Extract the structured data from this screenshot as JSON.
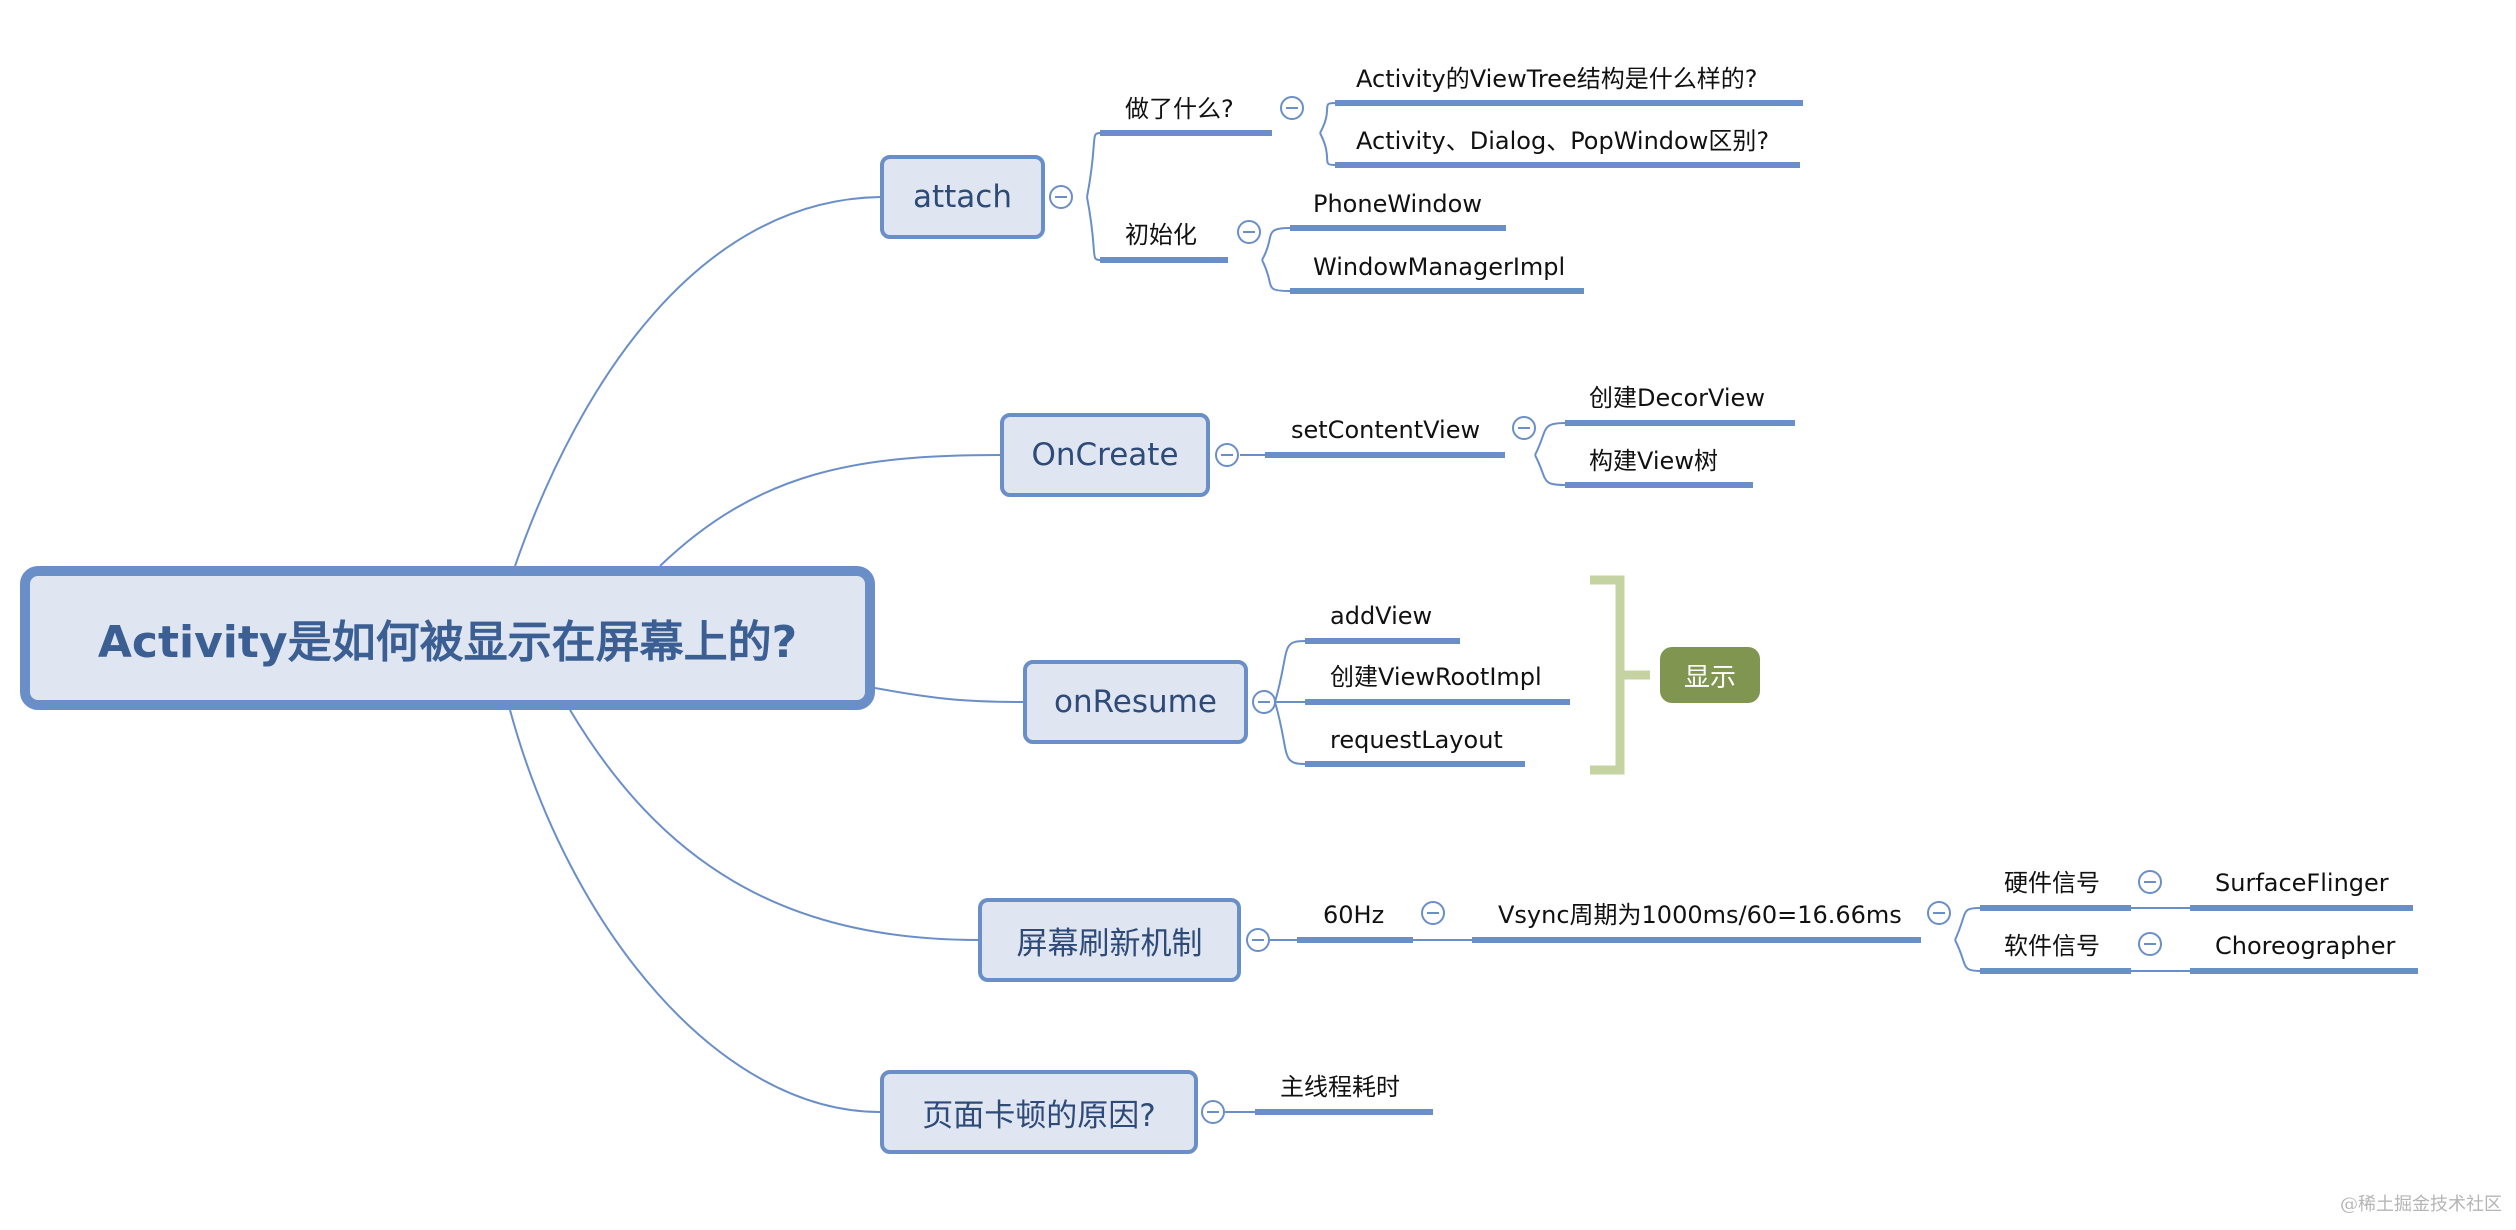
{
  "root": {
    "label": "Activity是如何被显示在屏幕上的?"
  },
  "branches": {
    "attach": {
      "label": "attach"
    },
    "oncreate": {
      "label": "OnCreate"
    },
    "onresume": {
      "label": "onResume"
    },
    "refresh": {
      "label": "屏幕刷新机制"
    },
    "jank": {
      "label": "页面卡顿的原因?"
    }
  },
  "attach_children": {
    "what": {
      "label": "做了什么?"
    },
    "viewtree": {
      "label": "Activity的ViewTree结构是什么样的?"
    },
    "diff": {
      "label": "Activity、Dialog、PopWindow区别?"
    },
    "init": {
      "label": "初始化"
    },
    "phonewindow": {
      "label": "PhoneWindow"
    },
    "wmi": {
      "label": "WindowManagerImpl"
    }
  },
  "oncreate_children": {
    "setcontent": {
      "label": "setContentView"
    },
    "decor": {
      "label": "创建DecorView"
    },
    "tree": {
      "label": "构建View树"
    }
  },
  "onresume_children": {
    "addview": {
      "label": "addView"
    },
    "viewrootimpl": {
      "label": "创建ViewRootImpl"
    },
    "requestlayout": {
      "label": "requestLayout"
    },
    "summary": {
      "label": "显示"
    }
  },
  "refresh_children": {
    "hz": {
      "label": "60Hz"
    },
    "vsync": {
      "label": "Vsync周期为1000ms/60=16.66ms"
    },
    "hw": {
      "label": "硬件信号"
    },
    "sw": {
      "label": "软件信号"
    },
    "sf": {
      "label": "SurfaceFlinger"
    },
    "choreo": {
      "label": "Choreographer"
    }
  },
  "jank_children": {
    "main": {
      "label": "主线程耗时"
    }
  },
  "watermark": "@稀土掘金技术社区",
  "colors": {
    "node_fill": "#dfe6f1",
    "node_border": "#6a8fc8",
    "connector": "#6a8fc8",
    "summary_bracket": "#c5d3a2",
    "summary_fill": "#7f9550"
  }
}
